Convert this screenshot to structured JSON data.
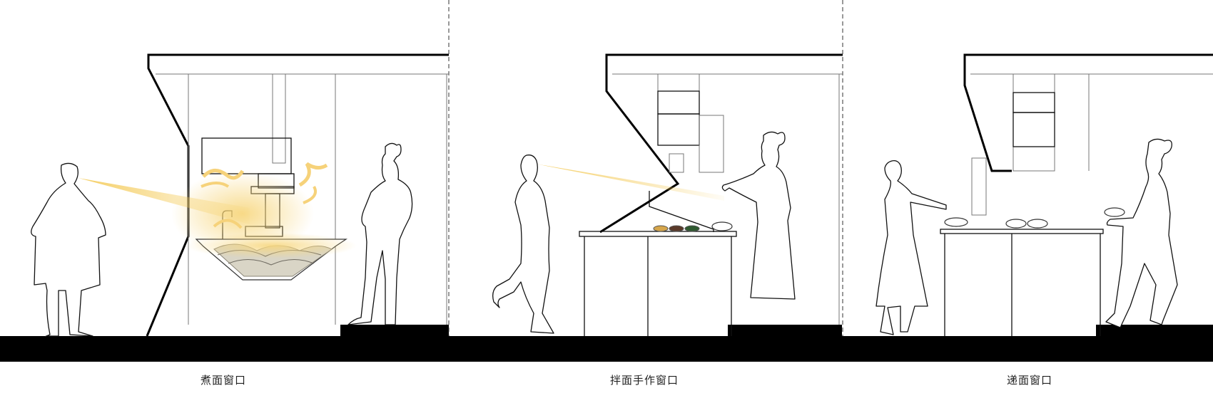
{
  "captions": {
    "boil": "煮面窗口",
    "mix": "拌面手作窗口",
    "serve": "递面窗口"
  },
  "colors": {
    "ground": "#000000",
    "sightline": "#f3c64a",
    "steam": "#f6d27a",
    "line": "#111111"
  }
}
